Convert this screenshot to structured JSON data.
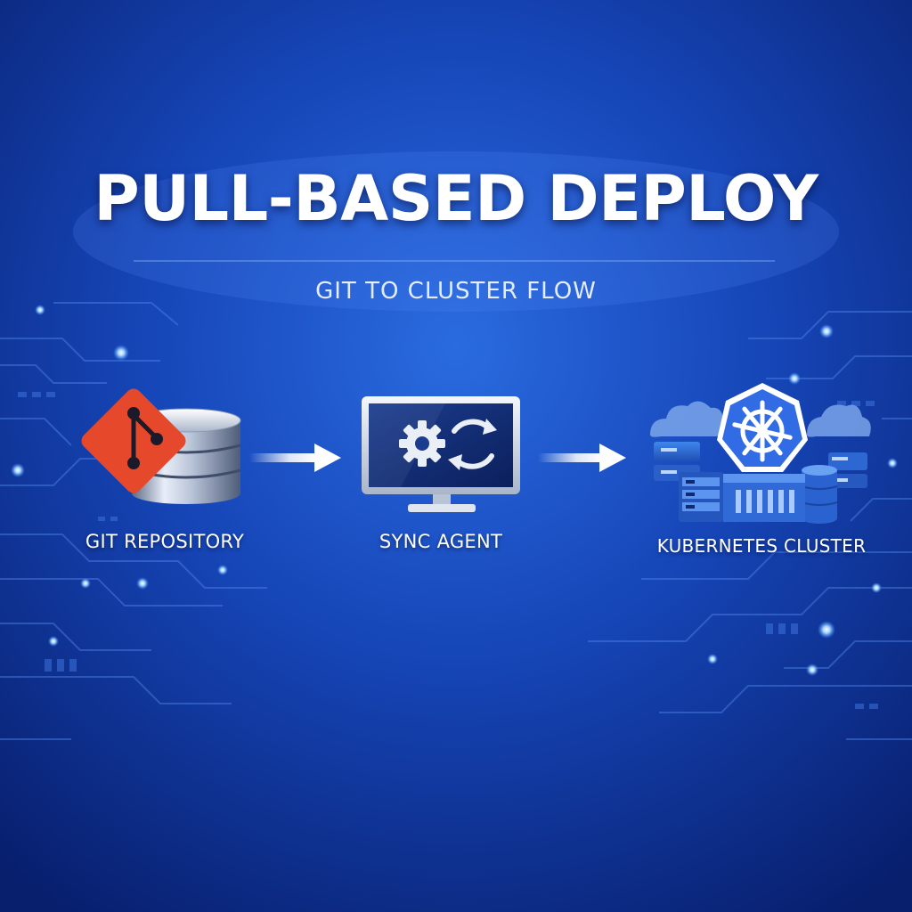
{
  "diagram": {
    "title": "PULL-BASED DEPLOY",
    "subtitle": "GIT TO CLUSTER FLOW",
    "nodes": [
      {
        "id": "git",
        "label": "GIT REPOSITORY",
        "icon": "git-database-icon"
      },
      {
        "id": "sync",
        "label": "SYNC AGENT",
        "icon": "monitor-sync-icon"
      },
      {
        "id": "cluster",
        "label": "KUBERNETES CLUSTER",
        "icon": "kubernetes-cluster-icon"
      }
    ],
    "edges": [
      {
        "from": "git",
        "to": "sync"
      },
      {
        "from": "sync",
        "to": "cluster"
      }
    ]
  },
  "colors": {
    "background": "#0a2a8a",
    "git_brand": "#e5482b",
    "kubernetes_brand": "#326ce5",
    "text": "#ffffff"
  }
}
